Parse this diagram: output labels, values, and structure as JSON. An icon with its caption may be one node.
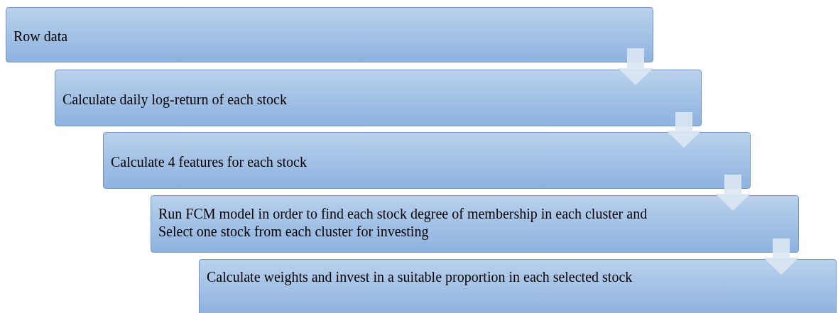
{
  "diagram": {
    "nodes": [
      {
        "text": [
          "Row data"
        ]
      },
      {
        "text": [
          "Calculate daily log-return of each stock"
        ]
      },
      {
        "text": [
          "Calculate 4 features for each stock"
        ]
      },
      {
        "text": [
          "Run FCM model in order to find each stock degree of membership in each cluster and Select one stock from each cluster for investing"
        ]
      },
      {
        "text": [
          "Calculate weights and invest in a suitable proportion in each selected stock"
        ]
      }
    ],
    "edges": [
      {
        "from": 0,
        "to": 1,
        "arrow": "to"
      },
      {
        "from": 1,
        "to": 2,
        "arrow": "to"
      },
      {
        "from": 2,
        "to": 3,
        "arrow": "to"
      },
      {
        "from": 3,
        "to": 4,
        "arrow": "to"
      }
    ]
  }
}
